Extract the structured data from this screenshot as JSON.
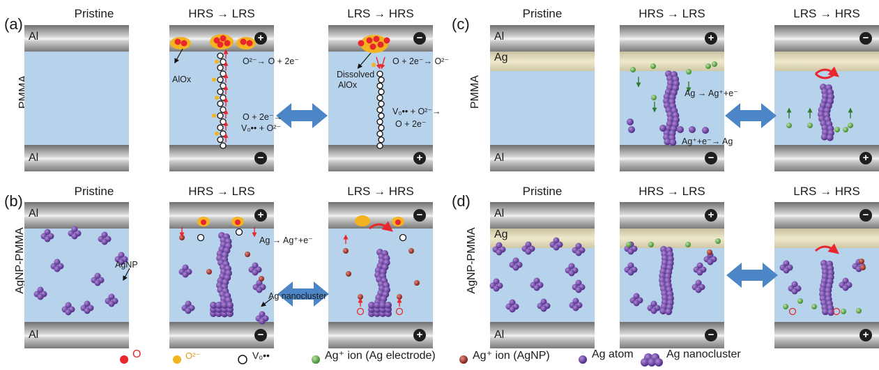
{
  "panels": {
    "a": {
      "label": "(a)",
      "side": "PMMA"
    },
    "b": {
      "label": "(b)",
      "side": "AgNP-PMMA"
    },
    "c": {
      "label": "(c)",
      "side": "PMMA"
    },
    "d": {
      "label": "(d)",
      "side": "AgNP-PMMA"
    }
  },
  "titles": {
    "pristine": "Pristine",
    "set": "HRS → LRS",
    "reset": "LRS → HRS"
  },
  "electrodes": {
    "al": "Al",
    "ag": "Ag"
  },
  "signs": {
    "plus": "+",
    "minus": "−"
  },
  "notes": {
    "alox": "AlOx",
    "oxidation": "O²⁻→ O + 2e⁻",
    "reduction": "O + 2e⁻→ O²⁻",
    "dissolved": "Dissolved",
    "dissolved2": "AlOx",
    "vo_form1": "O + 2e⁻→",
    "vo_form2": "V₀•• + O²⁻",
    "vo_ann1": "V₀•• + O²⁻→",
    "vo_ann2": "O + 2e⁻",
    "ag_ox": "Ag → Ag⁺+e⁻",
    "ag_red": "Ag⁺+e⁻→ Ag",
    "agnp": "AgNP",
    "ag_nanocluster": "Ag nanocluster"
  },
  "legend": {
    "o": "O",
    "o2": "O²⁻",
    "vo": "V₀••",
    "ag_ion_electrode": "Ag⁺ ion (Ag electrode)",
    "ag_ion_agnp": "Ag⁺ ion (AgNP)",
    "ag_atom": "Ag atom",
    "ag_nanocluster": "Ag nanocluster"
  },
  "colors": {
    "insulator": "#b7d3ec",
    "o_atom": "#e8262b",
    "o2_ion": "#f4b321",
    "ag_ion_electrode": "#5ea845",
    "ag_ion_agnp": "#a8312b",
    "ag_atom": "#6a3fa0",
    "arrow": "#4d86c6"
  }
}
